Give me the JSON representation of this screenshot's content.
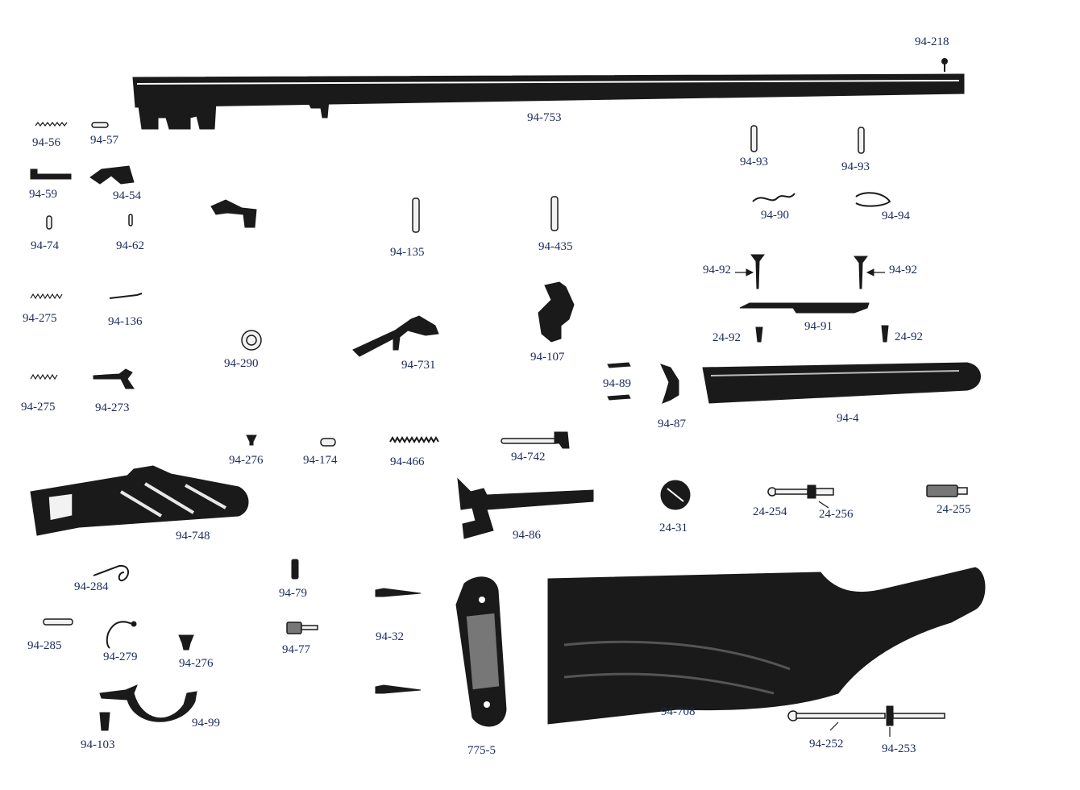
{
  "labels": {
    "p94_218": "94-218",
    "p94_753": "94-753",
    "p94_56": "94-56",
    "p94_57": "94-57",
    "p94_59": "94-59",
    "p94_54": "94-54",
    "p94_74": "94-74",
    "p94_62": "94-62",
    "p94_275a": "94-275",
    "p94_136": "94-136",
    "p94_275b": "94-275",
    "p94_273": "94-273",
    "p94_290": "94-290",
    "p94_135": "94-135",
    "p94_435": "94-435",
    "p94_731": "94-731",
    "p94_107": "94-107",
    "p94_93a": "94-93",
    "p94_93b": "94-93",
    "p94_90": "94-90",
    "p94_94": "94-94",
    "p94_92a": "94-92",
    "p94_92b": "94-92",
    "p94_91": "94-91",
    "p24_92a": "24-92",
    "p24_92b": "24-92",
    "p94_89": "94-89",
    "p94_87": "94-87",
    "p94_4": "94-4",
    "p94_276a": "94-276",
    "p94_174": "94-174",
    "p94_466": "94-466",
    "p94_742": "94-742",
    "p94_748": "94-748",
    "p94_86": "94-86",
    "p24_31": "24-31",
    "p24_254": "24-254",
    "p24_256": "24-256",
    "p24_255": "24-255",
    "p94_284": "94-284",
    "p94_79": "94-79",
    "p94_32": "94-32",
    "p94_285": "94-285",
    "p94_279": "94-279",
    "p94_276b": "94-276",
    "p94_77": "94-77",
    "p94_708": "94-708",
    "p94_99": "94-99",
    "p94_103": "94-103",
    "p775_5": "775-5",
    "p94_252": "94-252",
    "p94_253": "94-253"
  }
}
